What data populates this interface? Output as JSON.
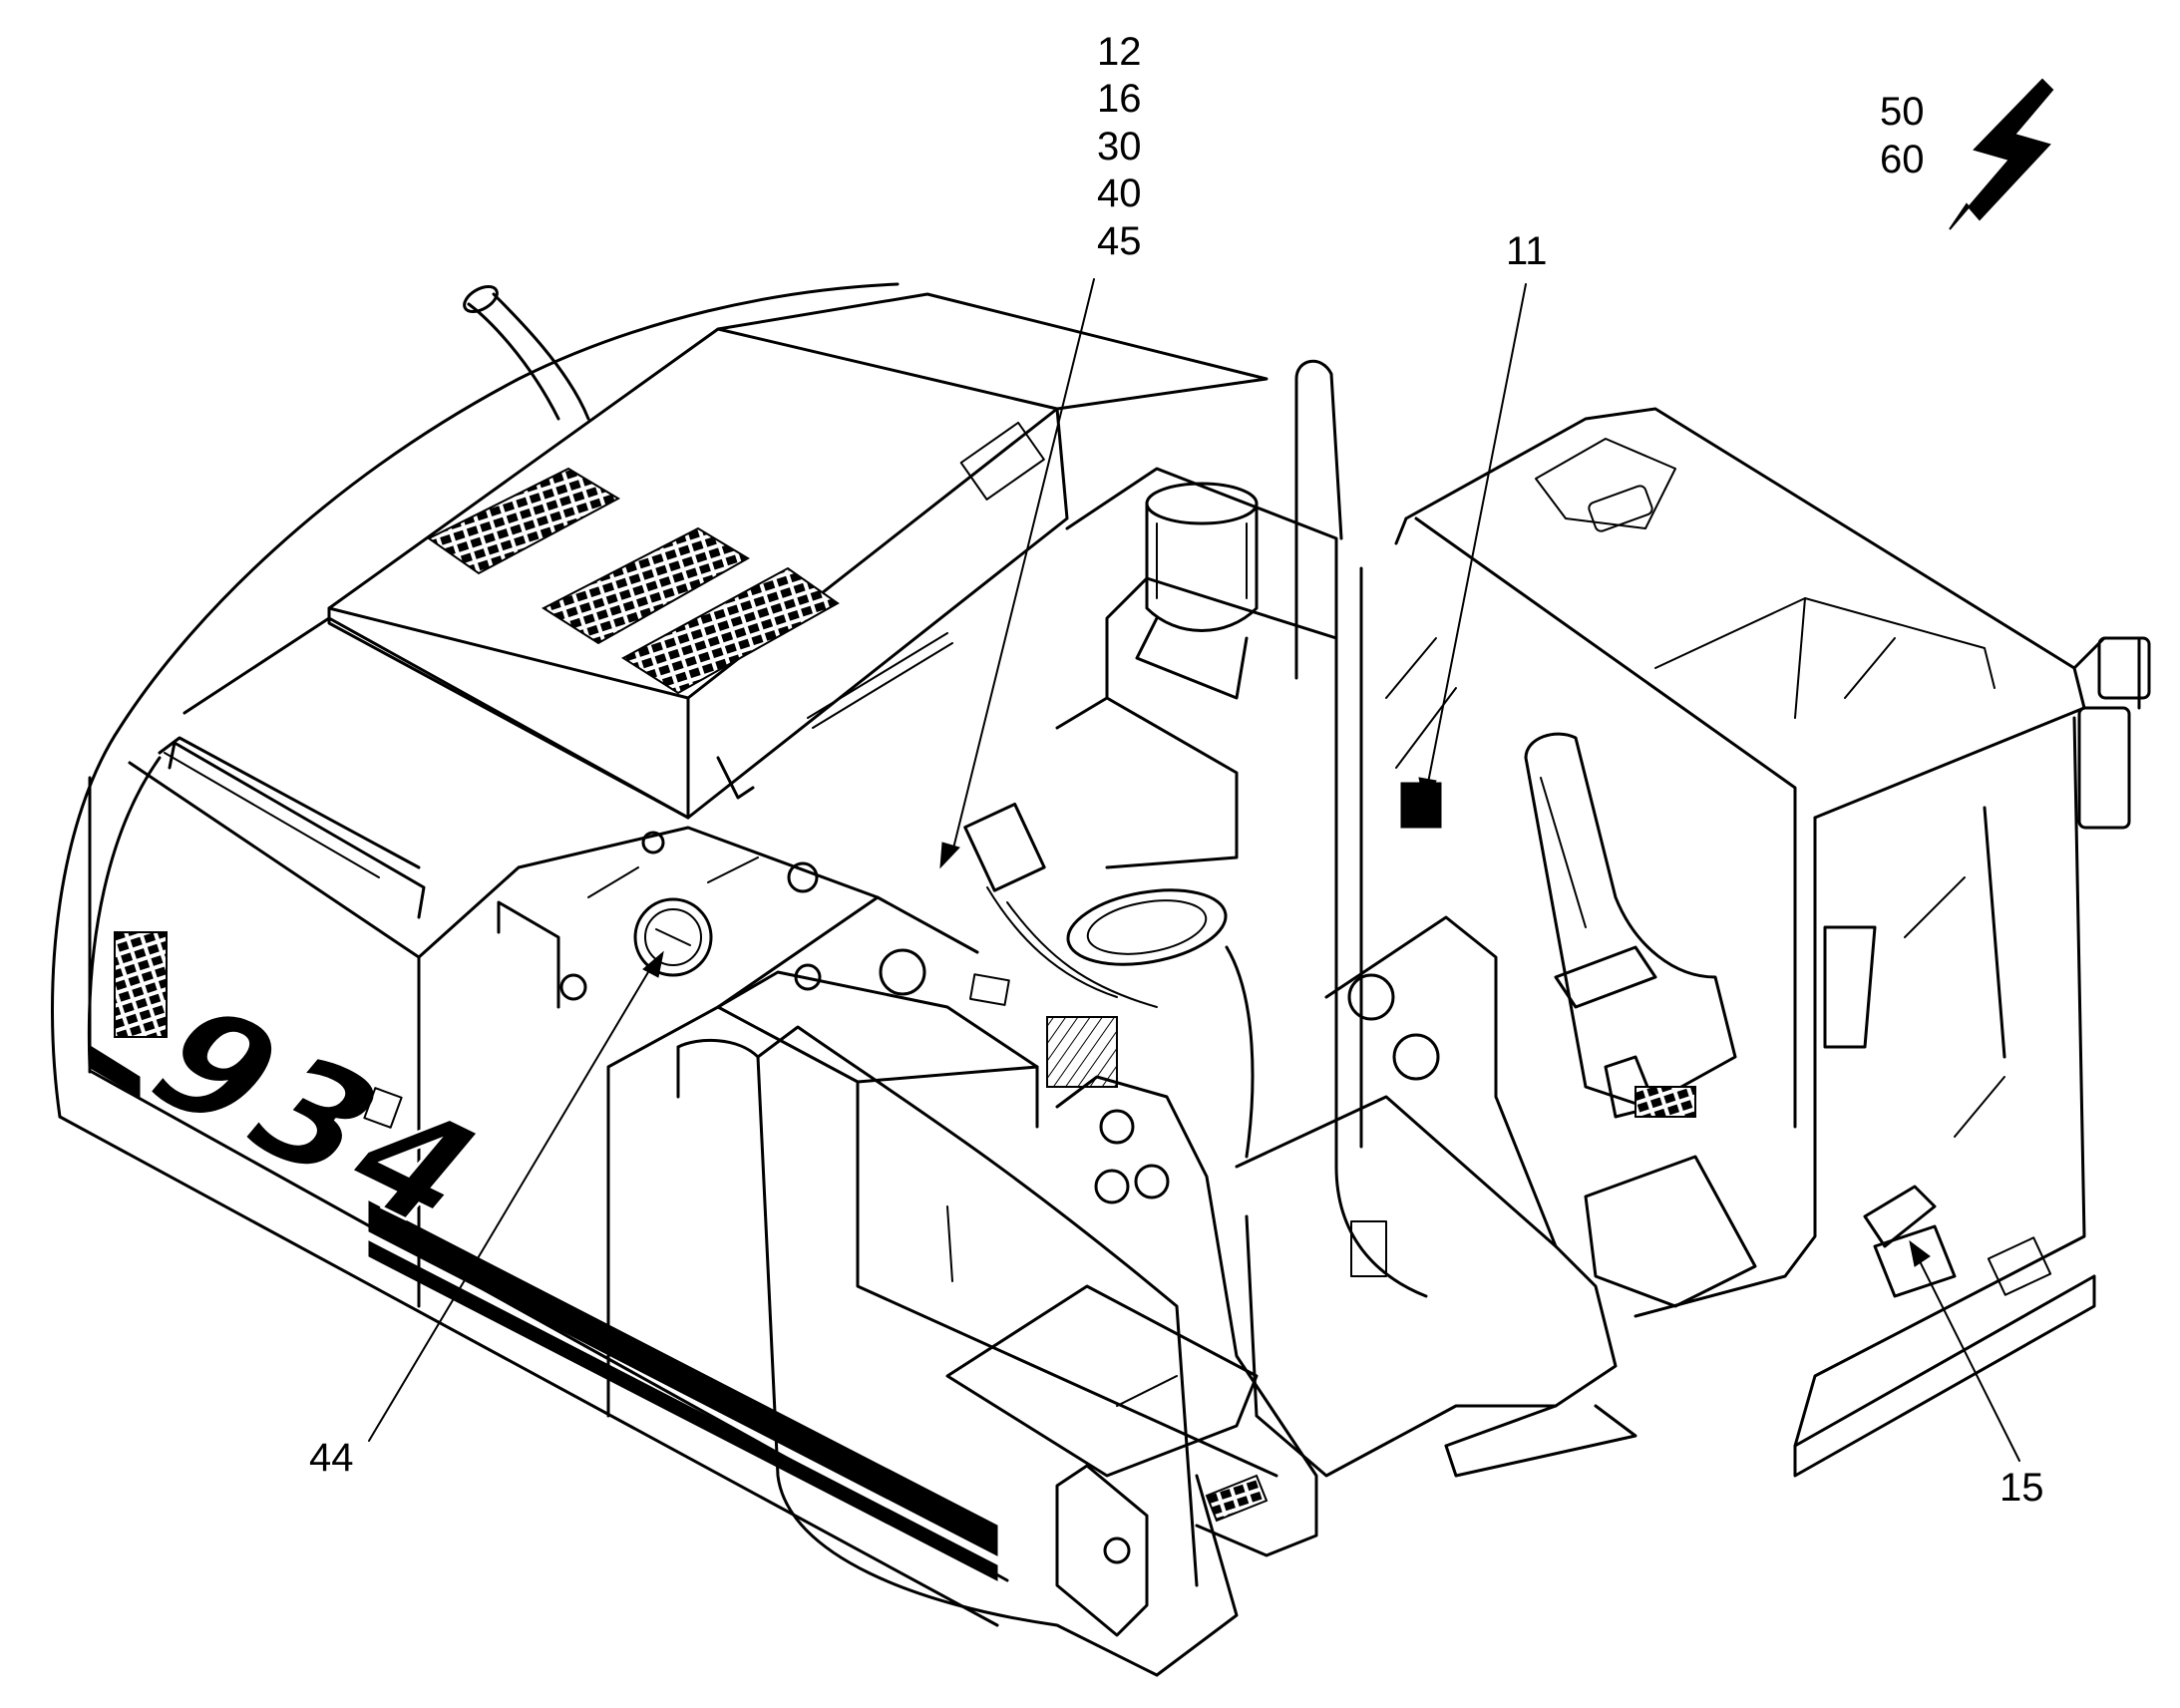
{
  "model_badge": "934",
  "callouts": {
    "top_group": [
      "12",
      "16",
      "30",
      "40",
      "45"
    ],
    "electrical_group": [
      "50",
      "60"
    ],
    "seat": "11",
    "fuel_cap": "44",
    "cab_floor": "15"
  },
  "icons": {
    "electrical_symbol": "lightning-bolt-icon"
  }
}
